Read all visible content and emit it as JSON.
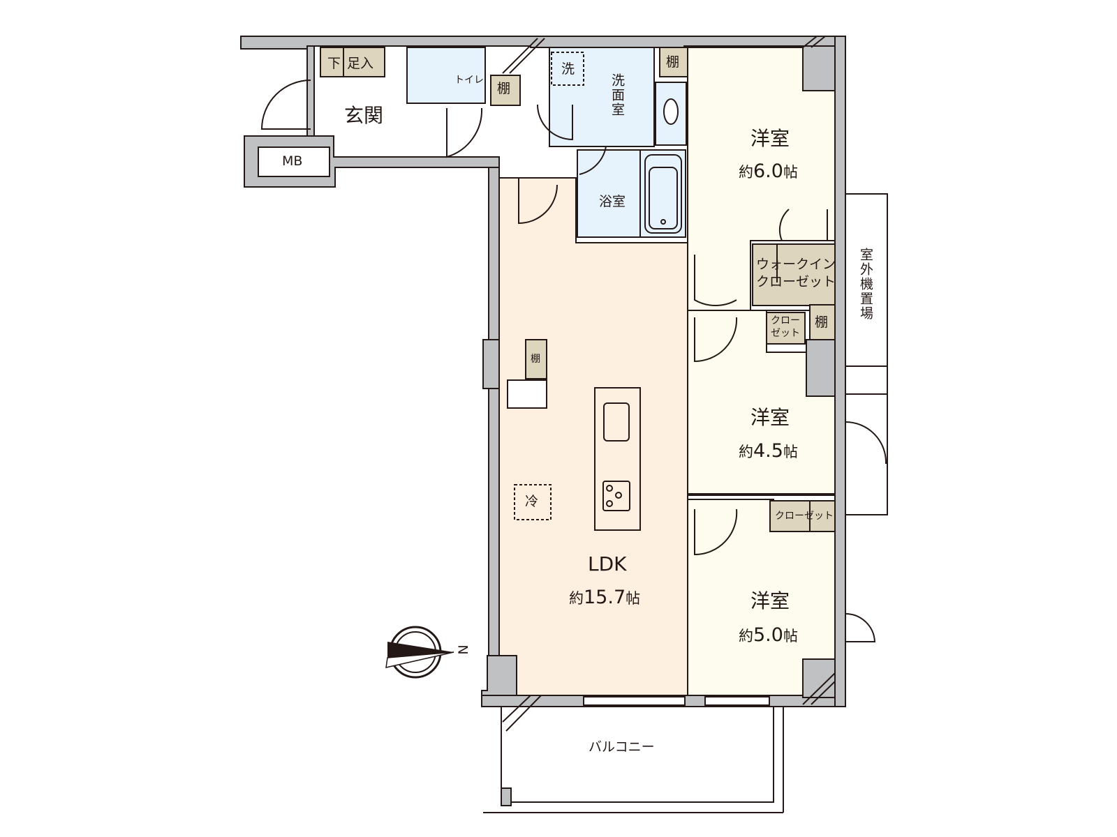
{
  "floorplan": {
    "colors": {
      "wall": "#c0c1c2",
      "outline": "#231815",
      "ldk_floor": "#fdf0e0",
      "bedroom_floor": "#fefcef",
      "wet_area": "#e6f3fd",
      "storage": "#ddd5bd",
      "background": "#ffffff"
    },
    "rooms": {
      "genkan": {
        "label": "玄関"
      },
      "mb": {
        "label": "MB"
      },
      "shoe_storage": {
        "label_left": "下",
        "label_right": "足入"
      },
      "toilet": {
        "label": "トイレ"
      },
      "hall_shelf": {
        "label": "棚"
      },
      "washer": {
        "label": "洗"
      },
      "washroom": {
        "label": "洗面室"
      },
      "washroom_shelf": {
        "label": "棚"
      },
      "bathroom": {
        "label": "浴室"
      },
      "bedroom1": {
        "label": "洋室",
        "size_prefix": "約",
        "size": "6.0",
        "size_unit": "帖"
      },
      "walk_in_closet": {
        "line1": "ウォークイン",
        "line2": "クローゼット"
      },
      "closet2": {
        "line1": "クロー",
        "line2": "ゼット"
      },
      "bedroom2_shelf": {
        "label": "棚"
      },
      "bedroom2": {
        "label": "洋室",
        "size_prefix": "約",
        "size": "4.5",
        "size_unit": "帖"
      },
      "closet3": {
        "label": "クローゼット"
      },
      "bedroom3": {
        "label": "洋室",
        "size_prefix": "約",
        "size": "5.0",
        "size_unit": "帖"
      },
      "ldk": {
        "label": "LDK",
        "size_prefix": "約",
        "size": "15.7",
        "size_unit": "帖"
      },
      "kitchen_shelf": {
        "label": "棚"
      },
      "fridge": {
        "label": "冷"
      },
      "outdoor_unit": {
        "label": "室外機置場"
      },
      "balcony": {
        "label": "バルコニー"
      }
    },
    "compass": {
      "label": "N"
    }
  }
}
